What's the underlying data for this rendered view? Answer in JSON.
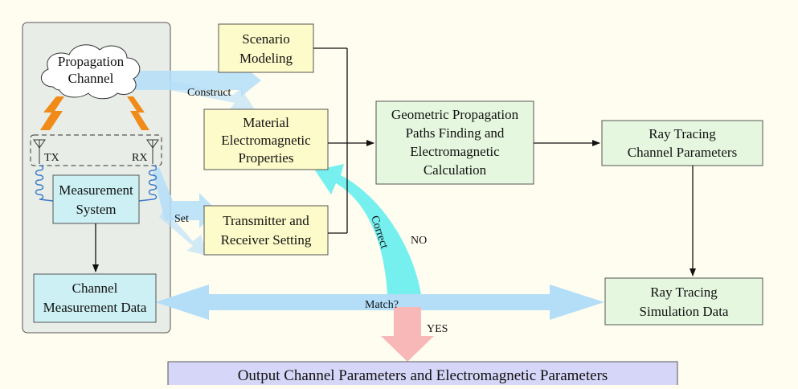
{
  "diagram": {
    "nodes": {
      "propagation_channel": [
        "Propagation",
        "Channel"
      ],
      "tx": "TX",
      "rx": "RX",
      "measurement_system": [
        "Measurement",
        "System"
      ],
      "channel_measurement_data": [
        "Channel",
        "Measurement Data"
      ],
      "scenario_modeling": [
        "Scenario",
        "Modeling"
      ],
      "material_em_properties": [
        "Material",
        "Electromagnetic",
        "Properties"
      ],
      "tx_rx_setting": [
        "Transmitter and",
        "Receiver Setting"
      ],
      "geometric_paths": [
        "Geometric Propagation",
        "Paths Finding and",
        "Electromagnetic",
        "Calculation"
      ],
      "ray_tracing_params": [
        "Ray Tracing",
        "Channel Parameters"
      ],
      "ray_tracing_sim_data": [
        "Ray Tracing",
        "Simulation Data"
      ],
      "output": "Output Channel Parameters and Electromagnetic Parameters"
    },
    "labels": {
      "construct": "Construct",
      "set": "Set",
      "correct": "Correct",
      "no": "NO",
      "match": "Match?",
      "yes": "YES"
    }
  },
  "colors": {
    "background": "#fffdf0",
    "left_panel": "#e9ede8",
    "measurement_box": "#ccf0f4",
    "input_box": "#fdfbc9",
    "process_box": "#e5f7df",
    "output_box": "#d6d6f8",
    "flow_arrow": "#b4def8",
    "correct_arrow": "#76f0ef",
    "yes_arrow": "#f8b8b8",
    "lightning": "#f08a18"
  }
}
